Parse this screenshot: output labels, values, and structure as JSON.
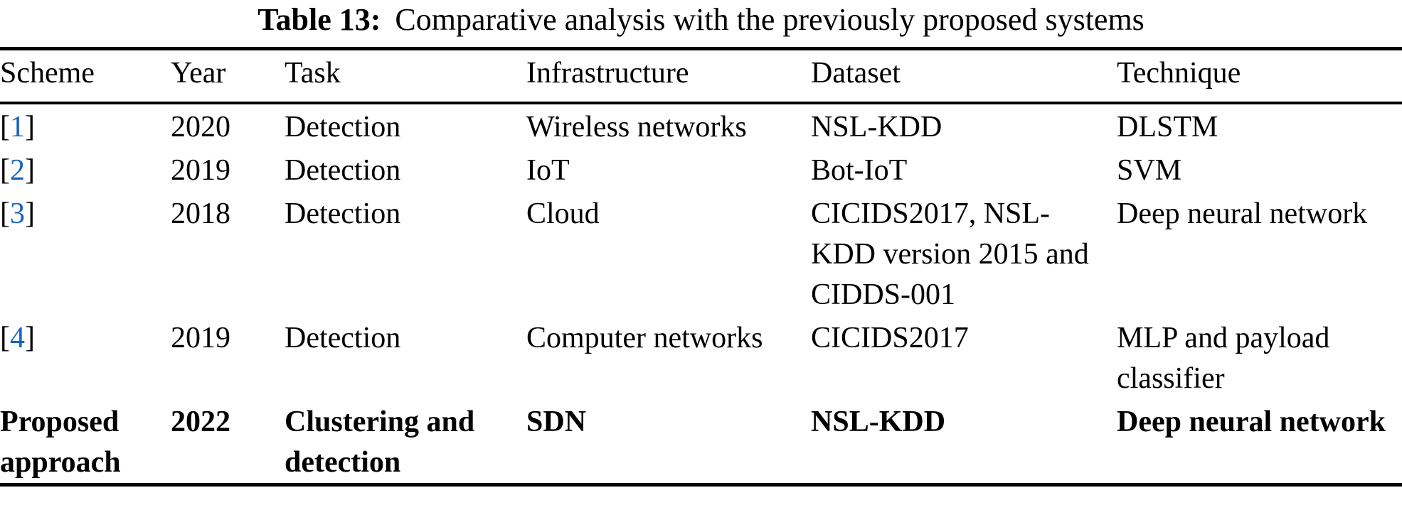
{
  "title": {
    "label": "Table 13:",
    "text": "Comparative analysis with the previously proposed systems"
  },
  "colors": {
    "citation": "#1565c0",
    "text": "#000000",
    "rule": "#000000"
  },
  "citation": {
    "open": "[",
    "close": "]"
  },
  "table": {
    "headers": [
      "Scheme",
      "Year",
      "Task",
      "Infrastructure",
      "Dataset",
      "Technique"
    ],
    "rows": [
      {
        "ref": "1",
        "year": "2020",
        "task": "Detection",
        "infrastructure": "Wireless networks",
        "dataset": "NSL-KDD",
        "technique": "DLSTM"
      },
      {
        "ref": "2",
        "year": "2019",
        "task": "Detection",
        "infrastructure": "IoT",
        "dataset": "Bot-IoT",
        "technique": "SVM"
      },
      {
        "ref": "3",
        "year": "2018",
        "task": "Detection",
        "infrastructure": "Cloud",
        "dataset": "CICIDS2017, NSL-KDD version 2015 and CIDDS-001",
        "technique": "Deep neural network"
      },
      {
        "ref": "4",
        "year": "2019",
        "task": "Detection",
        "infrastructure": "Computer networks",
        "dataset": "CICIDS2017",
        "technique": "MLP and payload classifier"
      },
      {
        "scheme": "Proposed approach",
        "year": "2022",
        "task": "Clustering and detection",
        "infrastructure": "SDN",
        "dataset": "NSL-KDD",
        "technique": "Deep neural network"
      }
    ]
  }
}
